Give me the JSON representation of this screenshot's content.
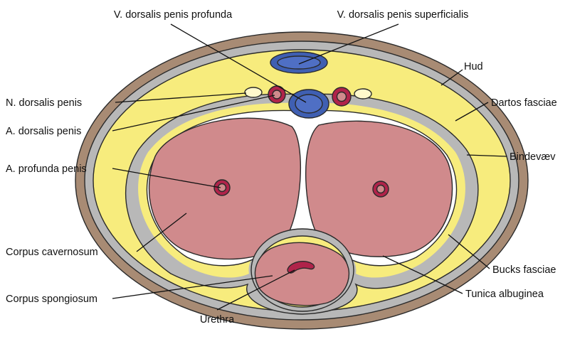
{
  "colors": {
    "skin": "#a88b74",
    "fascia": "#b8b8b8",
    "connective": "#f7ec7d",
    "albuginea": "#ffffff",
    "corpus": "#d08a8c",
    "artery": "#b0234a",
    "vein": "#3f5fb2",
    "nerve": "#fff9cc"
  },
  "labels": {
    "v_dorsalis_profunda": "V. dorsalis penis profunda",
    "v_dorsalis_superficialis": "V. dorsalis penis superficialis",
    "hud": "Hud",
    "n_dorsalis": "N. dorsalis penis",
    "dartos": "Dartos fasciae",
    "a_dorsalis": "A. dorsalis penis",
    "bindevaev": "Bindevæv",
    "a_profunda": "A. profunda penis",
    "corpus_cavernosum": "Corpus cavernosum",
    "bucks": "Bucks fasciae",
    "corpus_spongiosum": "Corpus spongiosum",
    "tunica": "Tunica albuginea",
    "urethra": "Urethra"
  }
}
